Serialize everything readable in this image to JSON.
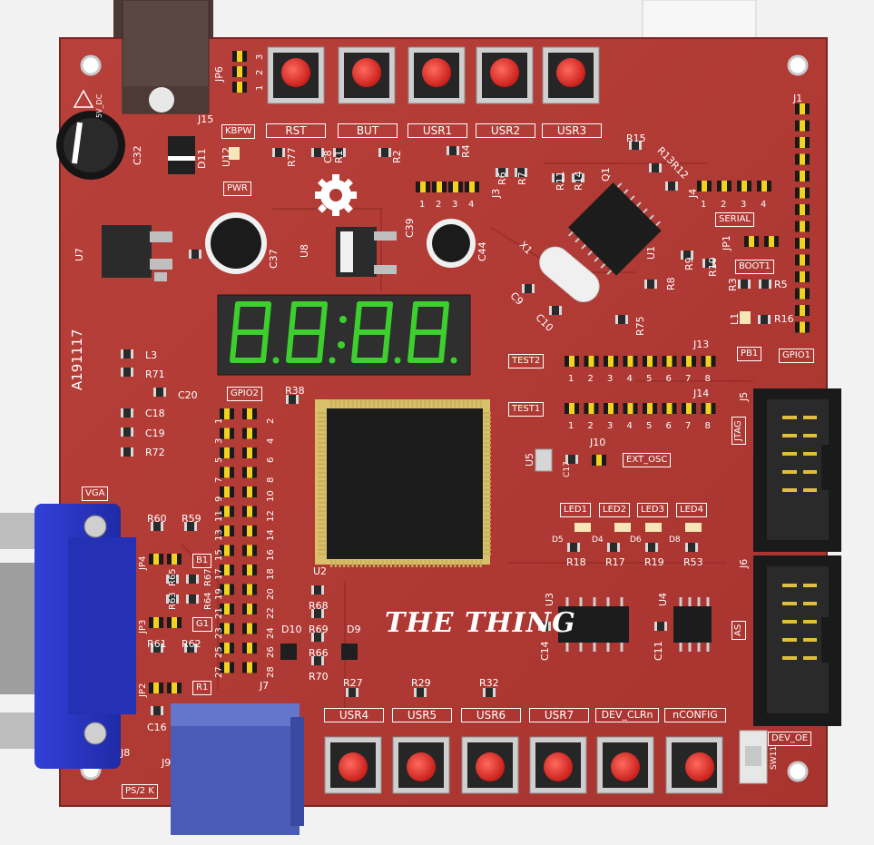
{
  "board": {
    "id": "A191117",
    "brand": "THE THING",
    "display_digits": "8.8.:8.8.",
    "colors": {
      "pcb": "#b23a34",
      "pcb_dark": "#8e2a26",
      "silk": "#ffffff",
      "pin_gold": "#f2d21e",
      "connector_blue": "#2b37c9",
      "button_red": "#e0312e",
      "led_green": "#3ccf2e"
    },
    "buttons_top": [
      "RST",
      "BUT",
      "USR1",
      "USR2",
      "USR3"
    ],
    "buttons_bottom": [
      "USR4",
      "USR5",
      "USR6",
      "USR7",
      "DEV_CLRn",
      "nCONFIG"
    ],
    "leds": [
      "LED1",
      "LED2",
      "LED3",
      "LED4"
    ],
    "boxed_labels": {
      "kbpw": "KBPW",
      "pwr": "PWR",
      "serial": "SERIAL",
      "boot1": "BOOT1",
      "gpio1": "GPIO1",
      "gpio2": "GPIO2",
      "pb1": "PB1",
      "test1": "TEST1",
      "test2": "TEST2",
      "ext_osc": "EXT_OSC",
      "vga": "VGA",
      "jtag": "JTAG",
      "as": "AS",
      "dev_oe": "DEV_OE",
      "ps2": "PS/2 K",
      "b1": "B1",
      "g1": "G1",
      "r1": "R1"
    },
    "refs": {
      "j15": "J15",
      "jp6": "JP6",
      "d11": "D11",
      "c32": "C32",
      "u12": "U12",
      "r77": "R77",
      "c8": "C8",
      "r1": "R1",
      "r2": "R2",
      "r4": "R4",
      "r6": "R6",
      "r7": "R7",
      "j3": "J3",
      "r11": "R11",
      "r14": "R14",
      "q1": "Q1",
      "r15": "R15",
      "r13": "R13",
      "r12": "R12",
      "j4": "J4",
      "j1": "J1",
      "u7": "U7",
      "c37": "C37",
      "u8": "U8",
      "c39": "C39",
      "c44": "C44",
      "x1": "X1",
      "u1": "U1",
      "r9": "R9",
      "r10": "R10",
      "jp1": "JP1",
      "r8": "R8",
      "r3": "R3",
      "r5": "R5",
      "c9": "C9",
      "c10": "C10",
      "r75": "R75",
      "l1": "L1",
      "r16": "R16",
      "l3": "L3",
      "r71": "R71",
      "c20": "C20",
      "c18": "C18",
      "c19": "C19",
      "r72": "R72",
      "r38": "R38",
      "j13": "J13",
      "j14": "J14",
      "u2": "U2",
      "u5": "U5",
      "c17": "C17",
      "j10": "J10",
      "j5": "J5",
      "j6": "J6",
      "d5": "D5",
      "d4": "D4",
      "d6": "D6",
      "d8": "D8",
      "r18": "R18",
      "r17": "R17",
      "r19": "R19",
      "r53": "R53",
      "u3": "U3",
      "u4": "U4",
      "c14": "C14",
      "c11": "C11",
      "r60": "R60",
      "r59": "R59",
      "jp4": "JP4",
      "r65": "R65",
      "r67": "R67",
      "r63": "R63",
      "r64": "R64",
      "jp3": "JP3",
      "r61": "R61",
      "r62": "R62",
      "jp2": "JP2",
      "c16": "C16",
      "j8": "J8",
      "j7": "J7",
      "r68": "R68",
      "r69": "R69",
      "r66": "R66",
      "r70": "R70",
      "d10": "D10",
      "d9": "D9",
      "r27": "R27",
      "r29": "R29",
      "r32": "R32",
      "sw11": "SW11",
      "j9": "J9"
    },
    "header_nums_top": [
      "1",
      "2",
      "3",
      "4",
      "5",
      "6",
      "7",
      "8"
    ],
    "jp6_nums": [
      "1",
      "2",
      "3"
    ],
    "j3_nums": [
      "1",
      "2",
      "3",
      "4"
    ],
    "gpio2_odd": [
      "1",
      "3",
      "5",
      "7",
      "9",
      "11",
      "13",
      "15",
      "17",
      "19",
      "21",
      "23",
      "25",
      "27"
    ],
    "gpio2_even": [
      "2",
      "4",
      "6",
      "8",
      "10",
      "12",
      "14",
      "16",
      "18",
      "20",
      "22",
      "24",
      "26",
      "28"
    ],
    "power_mark": "5V_DC"
  }
}
